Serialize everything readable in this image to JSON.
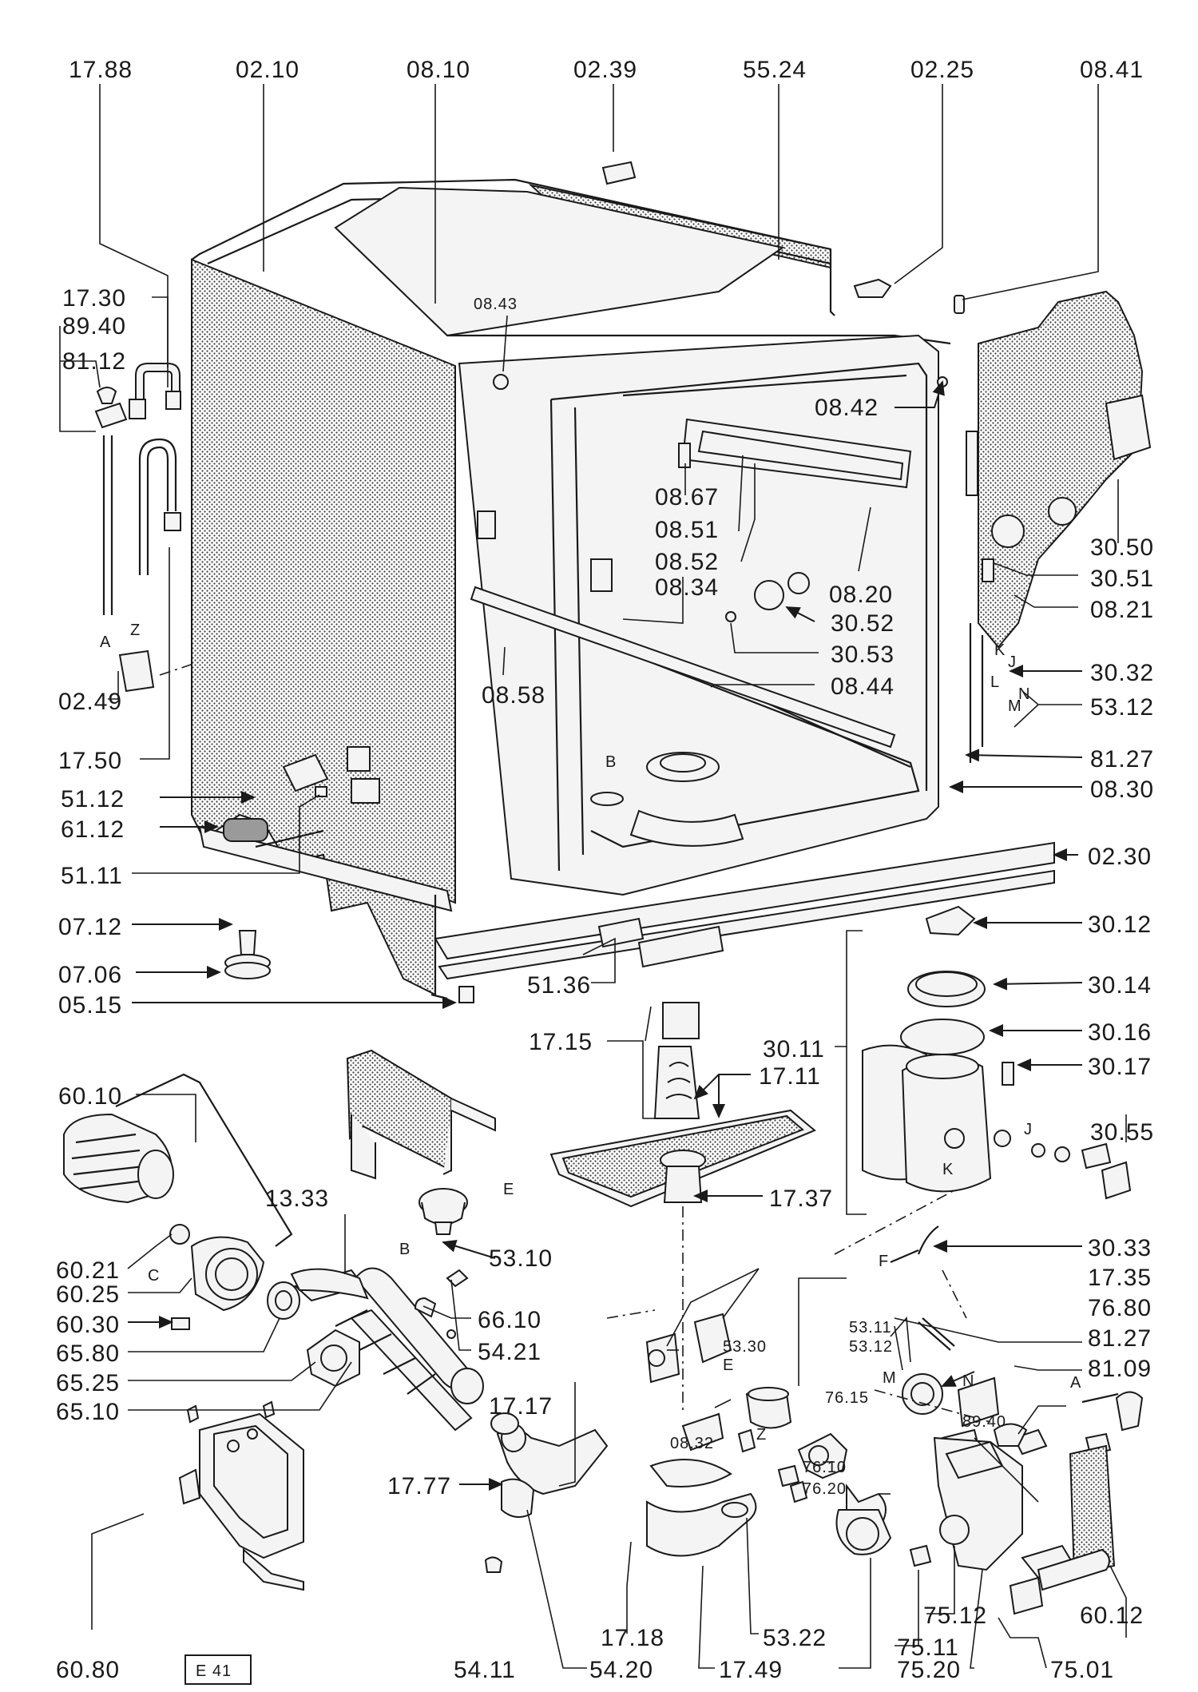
{
  "labels": {
    "l1788": "17.88",
    "l0210": "02.10",
    "l0810": "08.10",
    "l0239": "02.39",
    "l5524": "55.24",
    "l0225": "02.25",
    "l0841": "08.41",
    "l1730": "17.30",
    "l8940a": "89.40",
    "l8112": "81.12",
    "l0843": "08.43",
    "l0842": "08.42",
    "l0867": "08.67",
    "l0851": "08.51",
    "l0852": "08.52",
    "l0834": "08.34",
    "l0820": "08.20",
    "l3052": "30.52",
    "l3053": "30.53",
    "l0858": "08.58",
    "l0844": "08.44",
    "l3050": "30.50",
    "l3051": "30.51",
    "l0821": "08.21",
    "l3032": "30.32",
    "l5312a": "53.12",
    "l8127a": "81.27",
    "l0830": "08.30",
    "l0249": "02.49",
    "l1750": "17.50",
    "l5112": "51.12",
    "l6112": "61.12",
    "l5111": "51.11",
    "l0230": "02.30",
    "l0712": "07.12",
    "l0706": "07.06",
    "l0515": "05.15",
    "l5136": "51.36",
    "l3012": "30.12",
    "l3014": "30.14",
    "l3016": "30.16",
    "l3017": "30.17",
    "l3011": "30.11",
    "l1715": "17.15",
    "l1711": "17.11",
    "l3055": "30.55",
    "l6010": "60.10",
    "l1333": "13.33",
    "l1737": "17.37",
    "l5310": "53.10",
    "l3033": "30.33",
    "l6021": "60.21",
    "l6025": "60.25",
    "l6030": "60.30",
    "l6580": "65.80",
    "l6525": "65.25",
    "l6510": "65.10",
    "l6610": "66.10",
    "l5421": "54.21",
    "l1735": "17.35",
    "l7680": "76.80",
    "l5311": "53.11",
    "l5312b": "53.12",
    "l8127b": "81.27",
    "l8109": "81.09",
    "l5330": "53.30",
    "l7615": "76.15",
    "l8940b": "89.40",
    "l0832": "08.32",
    "l1717": "17.17",
    "l7610": "76.10",
    "l7620": "76.20",
    "l1777": "17.77",
    "l7512": "75.12",
    "l7511": "75.11",
    "l6012": "60.12",
    "l6080": "60.80",
    "l5411": "54.11",
    "l5420": "54.20",
    "l1718": "17.18",
    "l5322": "53.22",
    "l1749": "17.49",
    "l7520": "75.20",
    "l7501": "75.01"
  },
  "letters": {
    "A": "A",
    "Z": "Z",
    "B": "B",
    "E": "E",
    "C": "C",
    "F": "F",
    "K": "K",
    "J": "J",
    "L": "L",
    "N": "N",
    "M": "M"
  },
  "plate": "E 41"
}
